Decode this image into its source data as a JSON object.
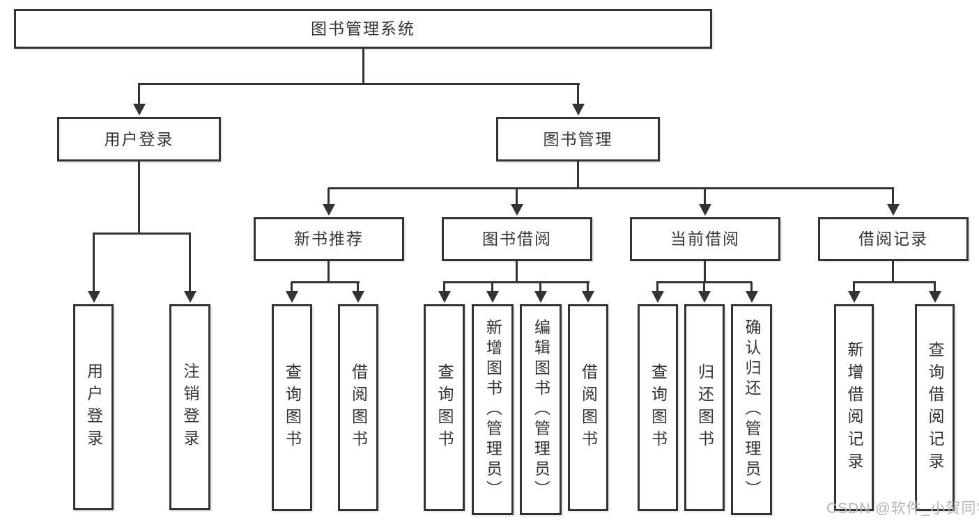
{
  "diagram": {
    "title_node": "图书管理系统",
    "branches": {
      "user_login": {
        "label": "用户登录",
        "children": {
          "login": "用户登录",
          "logout": "注销登录"
        }
      },
      "book_management": {
        "label": "图书管理",
        "sections": {
          "new_book_recommend": {
            "label": "新书推荐",
            "children": {
              "query_books": "查询图书",
              "borrow_books": "借阅图书"
            }
          },
          "book_borrowing": {
            "label": "图书借阅",
            "children": {
              "query_books": "查询图书",
              "add_books_admin": "新增图书（管理员）",
              "edit_books_admin": "编辑图书（管理员）",
              "borrow_books": "借阅图书"
            }
          },
          "current_borrowing": {
            "label": "当前借阅",
            "children": {
              "query_books": "查询图书",
              "return_books": "归还图书",
              "confirm_return_admin": "确认归还（管理员）"
            }
          },
          "borrowing_records": {
            "label": "借阅记录",
            "children": {
              "add_record": "新增借阅记录",
              "query_record": "查询借阅记录"
            }
          }
        }
      }
    },
    "watermark": "CSDN @软件_小贺同学",
    "colors": {
      "line": "#333333",
      "box_background": "#ffffff",
      "watermark": "#b5b5b5"
    }
  }
}
